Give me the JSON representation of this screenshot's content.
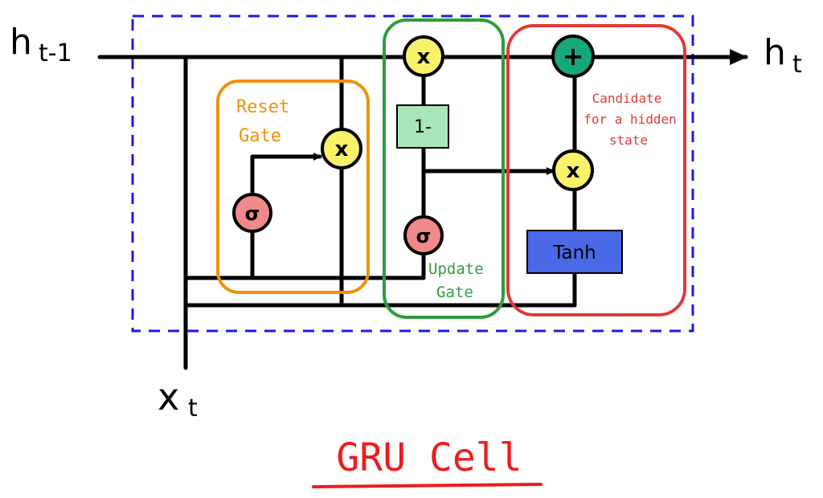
{
  "title": "GRU Cell",
  "inputs": {
    "h_prev": {
      "main": "h",
      "sub": "t-1"
    },
    "x": {
      "main": "x",
      "sub": "t"
    }
  },
  "outputs": {
    "h": {
      "main": "h",
      "sub": "t"
    }
  },
  "gates": {
    "reset": {
      "label_line1": "Reset",
      "label_line2": "Gate",
      "color": "#f0900a"
    },
    "update": {
      "label_line1": "Update",
      "label_line2": "Gate",
      "color": "#2e9c3f"
    },
    "candidate": {
      "label_line1": "Candidate",
      "label_line2": "for a hidden",
      "label_line3": "state",
      "color": "#e03a3a"
    }
  },
  "ops": {
    "multiply": "x",
    "add": "+",
    "sigmoid": "σ",
    "one_minus": "1-",
    "tanh": "Tanh"
  },
  "colors": {
    "cell_border": "#1a1ae6",
    "mult_fill": "#f7f26a",
    "add_fill": "#16a77a",
    "sigmoid_fill": "#f08a8a",
    "one_minus_fill": "#a8e6b8",
    "tanh_fill": "#4a68e8",
    "title": "#ee1c1c"
  }
}
